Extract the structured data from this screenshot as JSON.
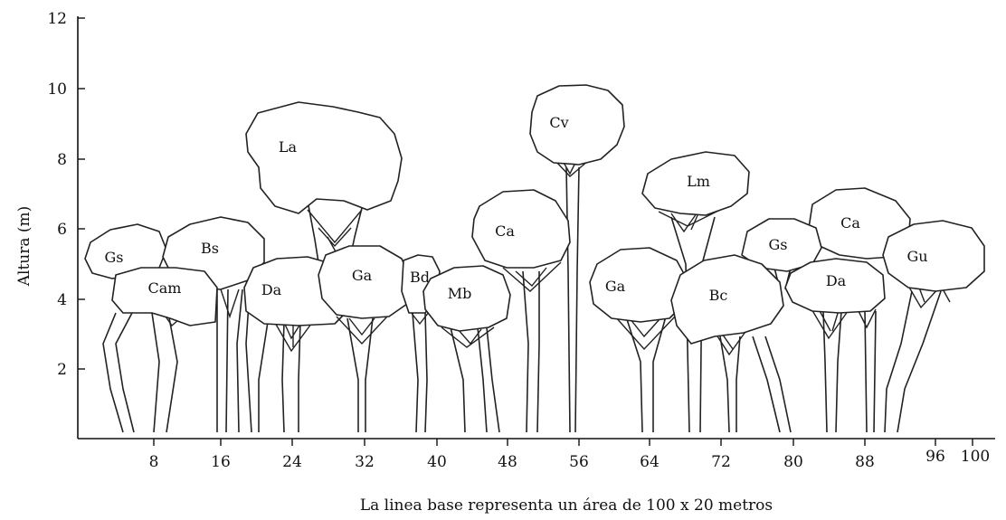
{
  "y_axis": {
    "title": "Altura (m)",
    "ticks": [
      "2",
      "4",
      "6",
      "8",
      "10",
      "12"
    ]
  },
  "x_axis": {
    "ticks": [
      "8",
      "16",
      "24",
      "32",
      "40",
      "48",
      "56",
      "64",
      "72",
      "80",
      "88",
      "96",
      "100"
    ],
    "caption": "La linea base representa un área de 100 x 20 metros"
  },
  "trees": [
    {
      "label": "Gs"
    },
    {
      "label": "Cam"
    },
    {
      "label": "Bs"
    },
    {
      "label": "La"
    },
    {
      "label": "Da"
    },
    {
      "label": "Ga"
    },
    {
      "label": "Bd"
    },
    {
      "label": "Mb"
    },
    {
      "label": "Ca"
    },
    {
      "label": "Cv"
    },
    {
      "label": "Ga"
    },
    {
      "label": "Lm"
    },
    {
      "label": "Bc"
    },
    {
      "label": "Gs"
    },
    {
      "label": "Ca"
    },
    {
      "label": "Da"
    },
    {
      "label": "Gu"
    }
  ]
}
